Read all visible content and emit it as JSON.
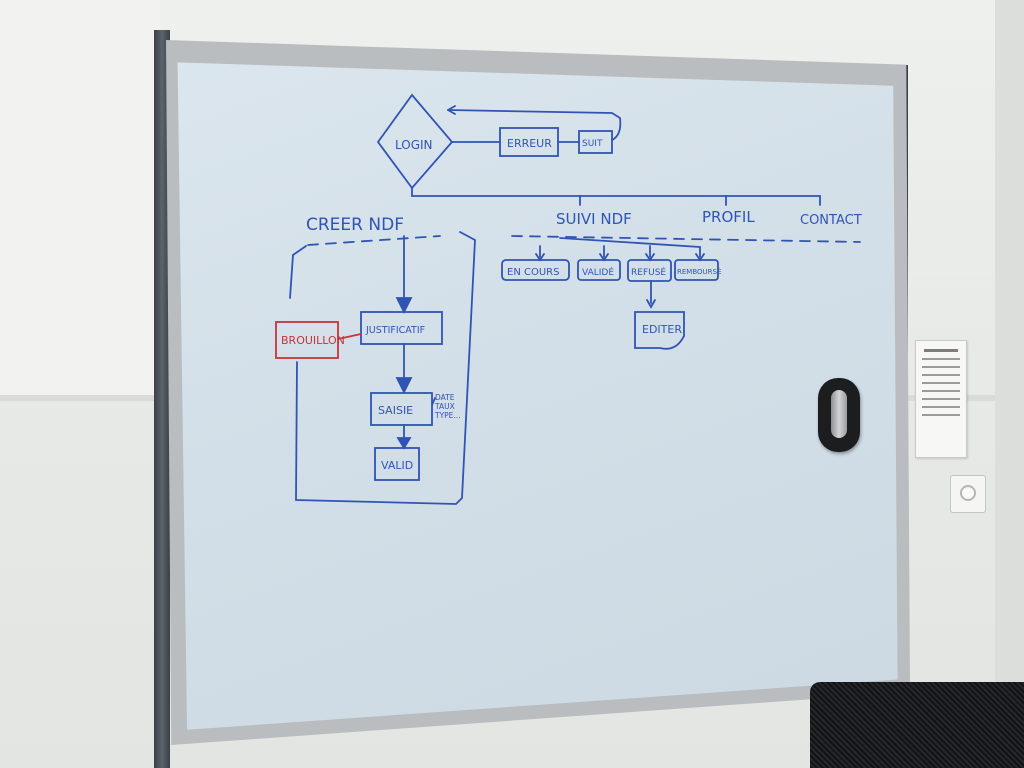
{
  "whiteboard": {
    "login": "LOGIN",
    "erreur": "ERREUR",
    "suite": "SUIT",
    "creer_ndf": "CREER NDF",
    "suivi_ndf": "SUIVI NDF",
    "profil": "PROFIL",
    "contact": "CONTACT",
    "brouillon": "BROUILLON",
    "justificatif": "JUSTIFICATIF",
    "saisie": "SAISIE",
    "saisie_fields": [
      "DATE",
      "TAUX",
      "TYPE..."
    ],
    "valid": "VALID",
    "status_boxes": [
      "EN COURS",
      "VALIDÉ",
      "REFUSÉ",
      "REMBOURSÉ"
    ],
    "editer": "EDITER"
  },
  "colors": {
    "marker_blue": "#2f54b4",
    "marker_red": "#c6343a",
    "board_surface": "#d6e1ea",
    "frame_metal": "#b9bdbf"
  }
}
